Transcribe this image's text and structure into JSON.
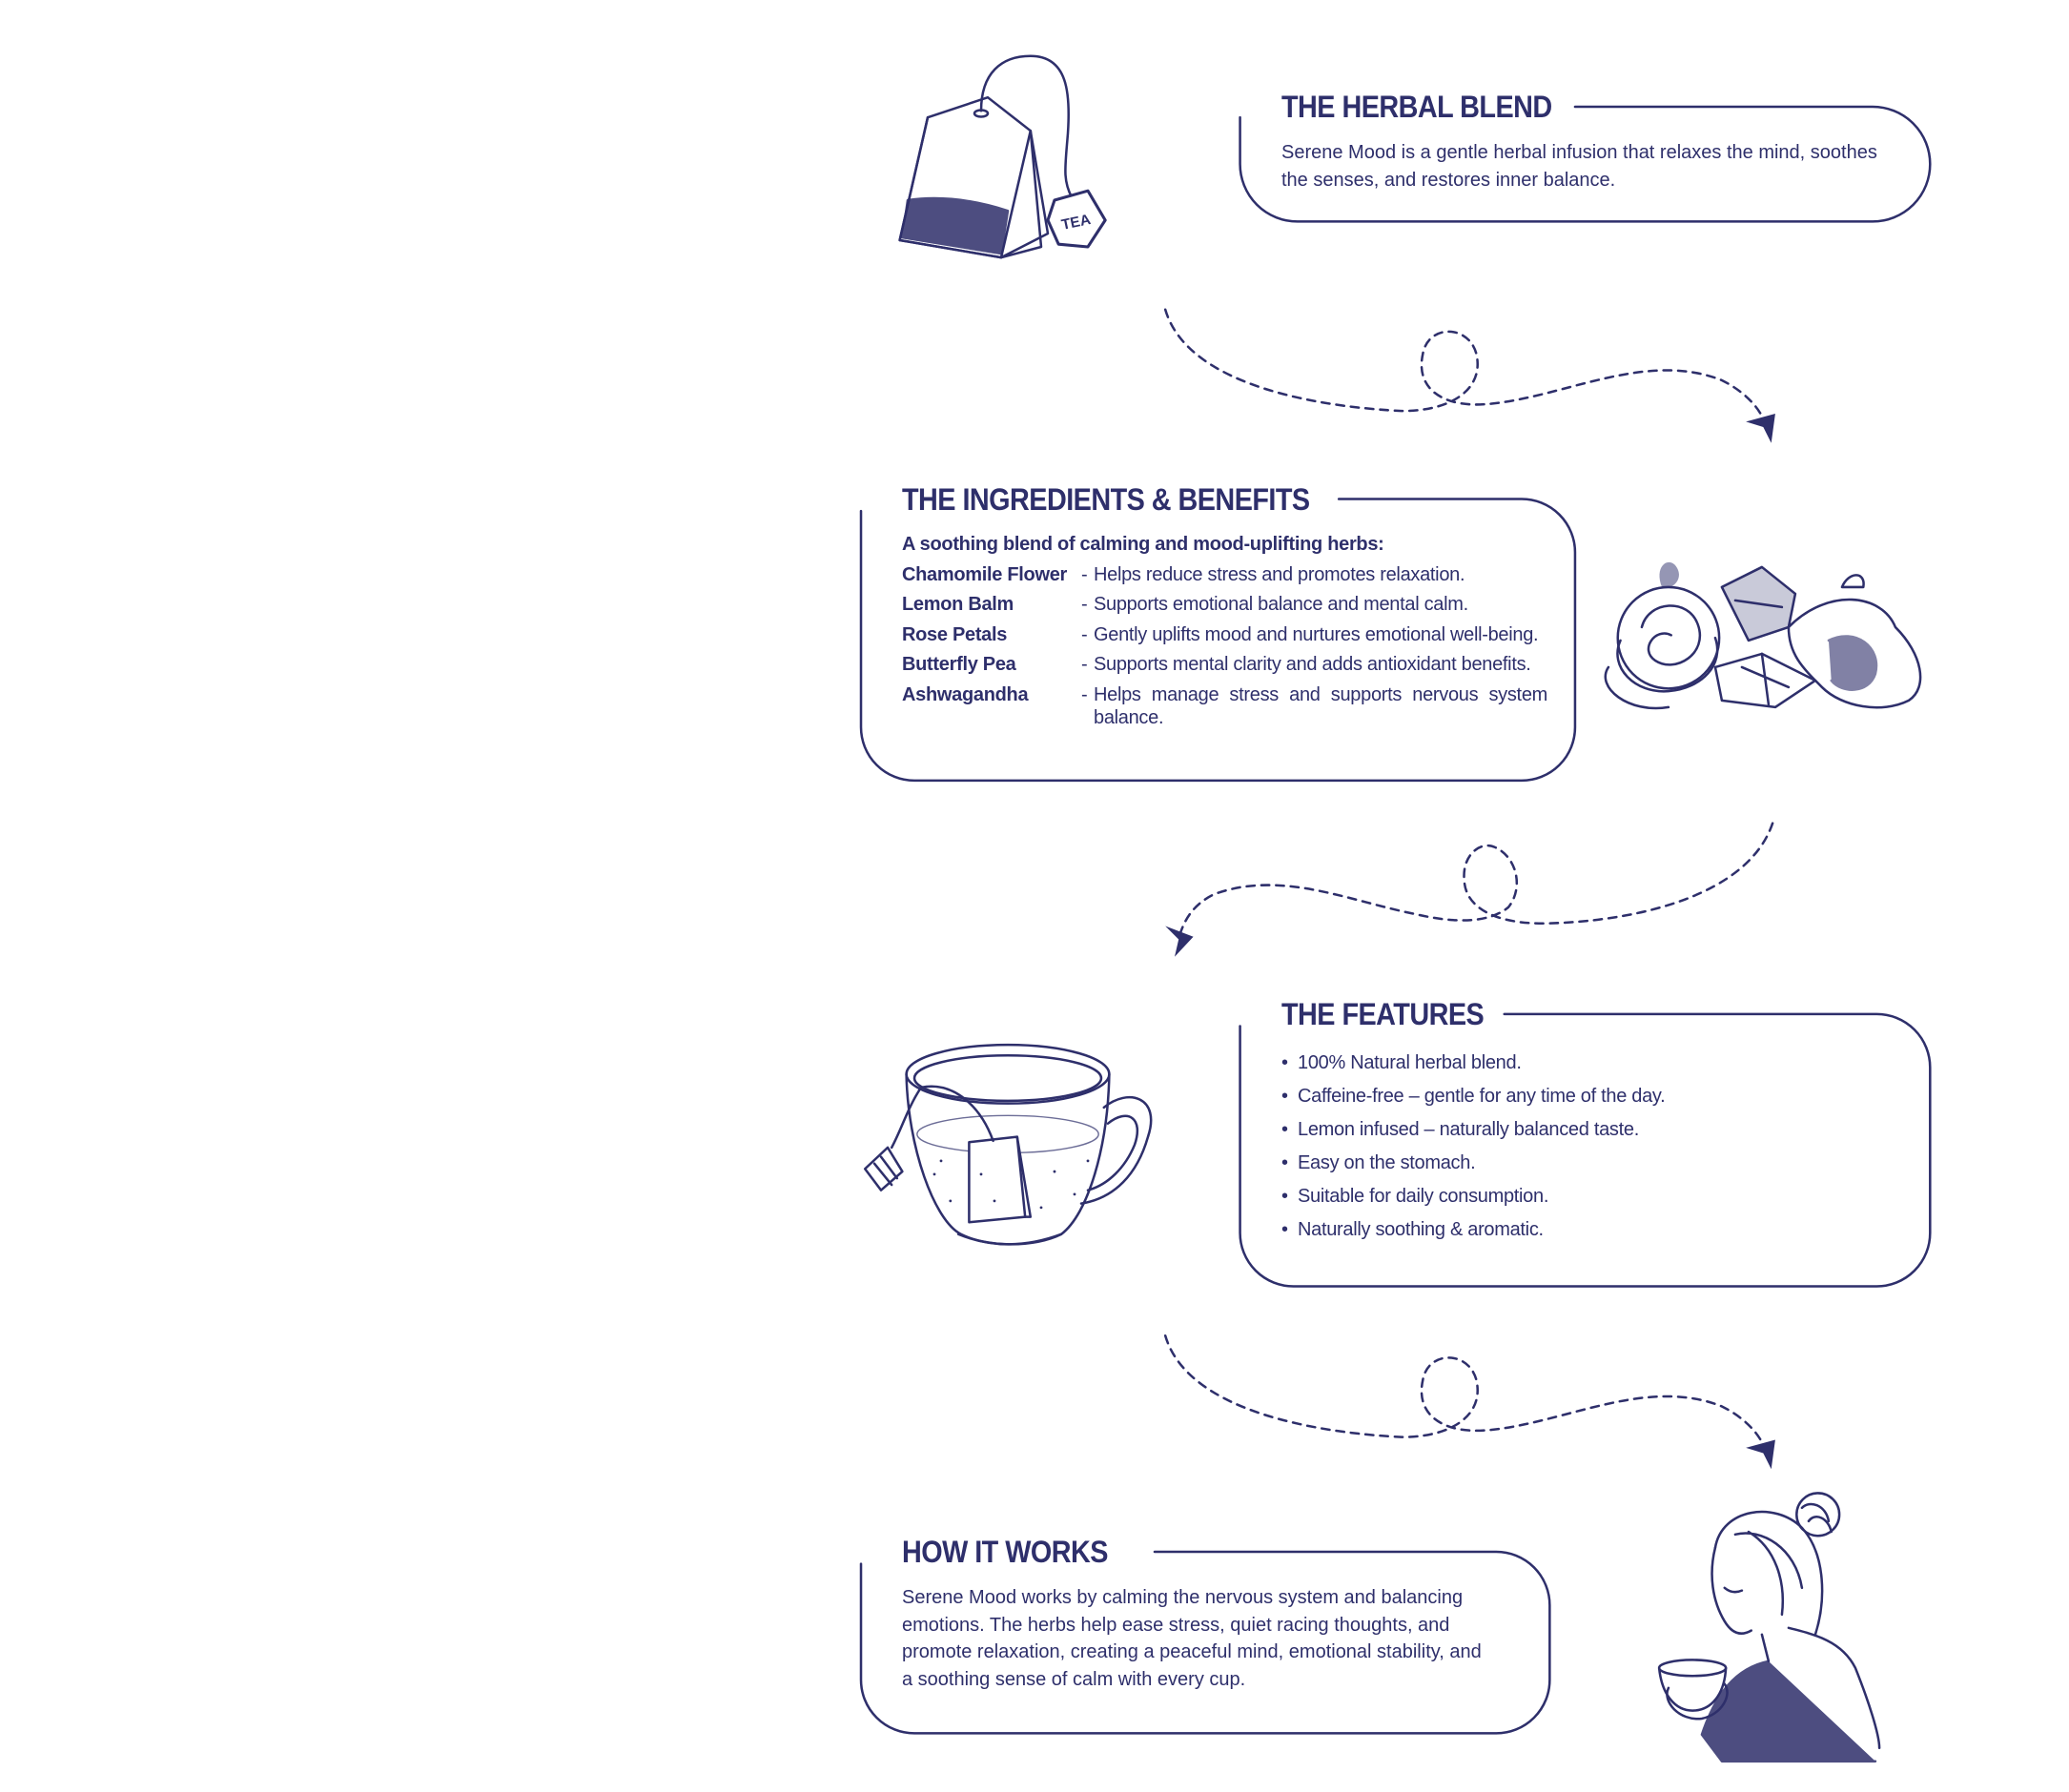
{
  "colors": {
    "ink": "#2e2f6b",
    "background": "#ffffff"
  },
  "herbal_blend": {
    "title": "THE HERBAL BLEND",
    "lines": [
      "Serene Mood is a gentle herbal infusion that relaxes the mind, soothes",
      "the senses, and restores inner balance."
    ]
  },
  "ingredients": {
    "title": "THE INGREDIENTS & BENEFITS",
    "intro": "A soothing blend of calming and mood-uplifting herbs:",
    "items": [
      {
        "name": "Chamomile Flower",
        "benefit": "Helps reduce stress and promotes relaxation."
      },
      {
        "name": "Lemon Balm",
        "benefit": "Supports emotional balance and mental calm."
      },
      {
        "name": "Rose Petals",
        "benefit": "Gently uplifts mood and nurtures emotional well-being."
      },
      {
        "name": "Butterfly Pea",
        "benefit": "Supports mental clarity and adds antioxidant benefits."
      },
      {
        "name": "Ashwagandha",
        "benefit": "Helps manage stress and supports nervous system balance."
      }
    ],
    "dash": "-"
  },
  "features": {
    "title": "THE FEATURES",
    "bullet": "•",
    "items": [
      "100% Natural herbal blend.",
      "Caffeine-free – gentle for any time of the day.",
      "Lemon infused – naturally balanced taste.",
      "Easy on the stomach.",
      "Suitable for daily consumption.",
      "Naturally soothing & aromatic."
    ]
  },
  "how_it_works": {
    "title": "HOW IT WORKS",
    "lines": [
      "Serene Mood works by calming the nervous system and balancing",
      "emotions. The herbs help ease stress, quiet racing thoughts, and",
      "promote relaxation, creating a peaceful mind, emotional stability, and",
      "a soothing sense of calm with every cup."
    ]
  },
  "illustrations": {
    "tea_bag_tag": "TEA",
    "icons": [
      "tea-bag-icon",
      "flowers-icon",
      "tea-cup-icon",
      "woman-drinking-tea-icon"
    ]
  }
}
